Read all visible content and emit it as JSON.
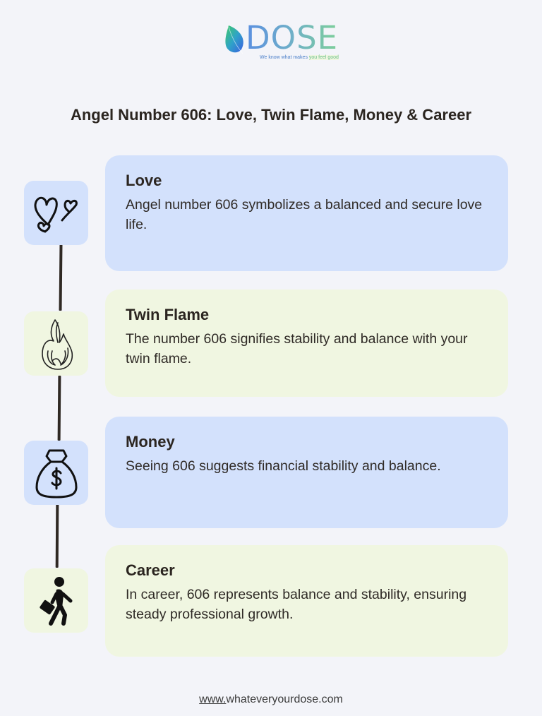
{
  "logo": {
    "brand": "DOSE",
    "tagline_part1": "We know what makes ",
    "tagline_part2": "you feel good",
    "icon": "leaf-icon"
  },
  "title": "Angel Number 606: Love, Twin Flame, Money & Career",
  "colors": {
    "background": "#f3f4f9",
    "blue_card": "#d3e1fc",
    "green_card": "#f0f6e1",
    "timeline_line": "#2f2924",
    "text": "#2b2520"
  },
  "sections": [
    {
      "icon": "hearts-icon",
      "title": "Love",
      "body": "Angel number 606 symbolizes a balanced and secure love life."
    },
    {
      "icon": "flame-icon",
      "title": "Twin Flame",
      "body": "The number 606 signifies stability and balance with your twin flame."
    },
    {
      "icon": "money-bag-icon",
      "title": "Money",
      "body": "Seeing 606 suggests financial stability and balance."
    },
    {
      "icon": "businessman-walking-icon",
      "title": "Career",
      "body": "In career, 606 represents balance and stability, ensuring steady professional growth."
    }
  ],
  "footer": {
    "prefix": "www.",
    "domain": "whateveryourdose.com"
  }
}
